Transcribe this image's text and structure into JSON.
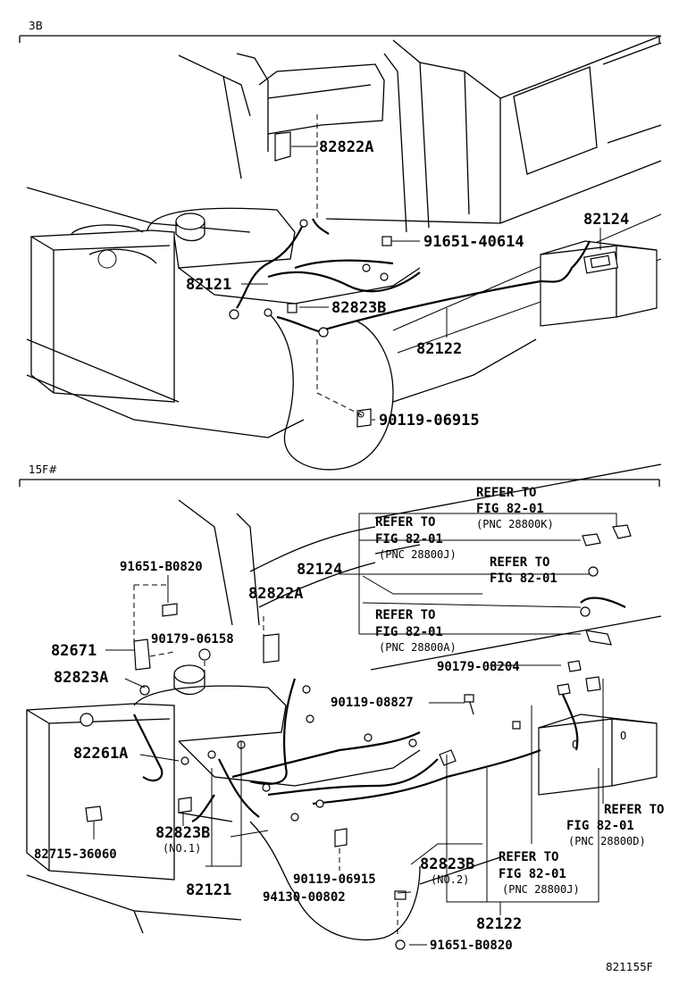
{
  "panel_top": {
    "code": "3B",
    "labels": {
      "l82822a": "82822A",
      "l91651_40614": "91651-40614",
      "l82124": "82124",
      "l82121": "82121",
      "l82823b": "82823B",
      "l82122": "82122",
      "l90119_06915": "90119-06915"
    }
  },
  "panel_bottom": {
    "code": "15F#",
    "labels": {
      "refer1_a": "REFER TO",
      "refer1_b": "FIG 82-01",
      "refer1_c": "(PNC 28800K)",
      "refer2_a": "REFER TO",
      "refer2_b": "FIG 82-01",
      "refer2_c": "(PNC 28800J)",
      "refer3_a": "REFER TO",
      "refer3_b": "FIG 82-01",
      "refer4_a": "REFER TO",
      "refer4_b": "FIG 82-01",
      "refer4_c": "(PNC 28800A)",
      "refer5_a": "REFER TO",
      "refer5_b": "FIG 82-01",
      "refer5_c": "(PNC 28800D)",
      "refer6_a": "REFER TO",
      "refer6_b": "FIG 82-01",
      "refer6_c": "(PNC 28800J)",
      "l91651_b0820_top": "91651-B0820",
      "l82124": "82124",
      "l82822a": "82822A",
      "l82671": "82671",
      "l90179_06158": "90179-06158",
      "l82823a": "82823A",
      "l90179_08204": "90179-08204",
      "l90119_08827": "90119-08827",
      "l82261a": "82261A",
      "l82823b_1": "82823B",
      "no1": "(NO.1)",
      "l82715_36060": "82715-36060",
      "l82121": "82121",
      "l90119_06915": "90119-06915",
      "l82823b_2": "82823B",
      "no2": "(NO.2)",
      "l94130_00802": "94130-00802",
      "l82122": "82122",
      "l91651_b0820_bot": "91651-B0820"
    }
  },
  "figure_number": "821155F"
}
